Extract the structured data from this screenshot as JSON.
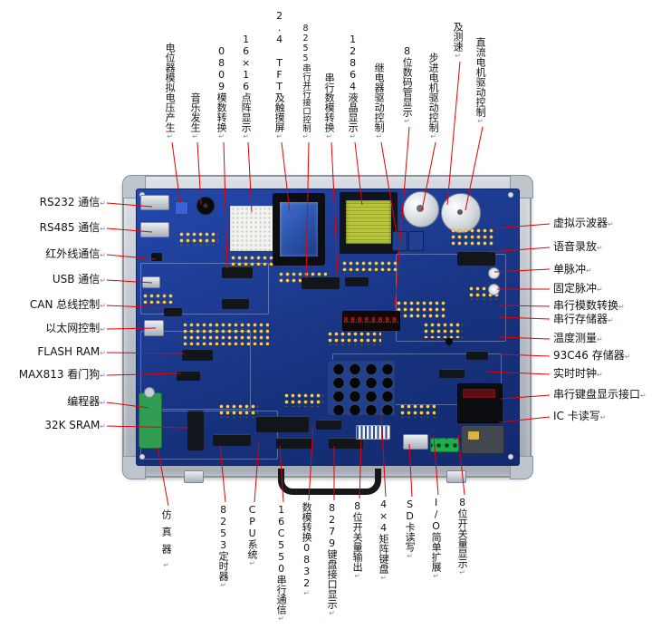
{
  "mark": "↵",
  "labels": {
    "top": [
      "电位器模拟电压产生",
      "音乐发生",
      "0809模数转换",
      "16×16点阵显示",
      "2.4 TFT及触摸屏",
      "8255串行并行接口控制",
      "串行数模转换",
      "12864液晶显示",
      "继电器驱动控制",
      "8位数码管显示",
      "步进电机驱动控制",
      "及测速",
      "直流电机驱动控制"
    ],
    "left": [
      "RS232 通信",
      "RS485 通信",
      "红外线通信",
      "USB 通信",
      "CAN 总线控制",
      "以太网控制",
      "FLASH RAM",
      "MAX813 看门狗",
      "编程器",
      "32K SRAM"
    ],
    "right": [
      "虚拟示波器",
      "语音录放",
      "单脉冲",
      "固定脉冲",
      "串行模数转换",
      "串行存储器",
      "温度测量",
      "93C46 存储器",
      "实时时钟",
      "串行键盘显示接口",
      "IC 卡读写"
    ],
    "bottom": [
      "仿真器",
      "8253定时器",
      "CPU系统",
      "16C550串行通信",
      "数模转换0832",
      "8279键盘接口显示",
      "8位开关量输出",
      "4×4矩阵键盘",
      "SD卡读写",
      "I/O简单扩展",
      "8位开关量显示"
    ]
  },
  "board": {
    "seven_segment": "8.8.8.8.8.8.8.8."
  },
  "colors": {
    "leader_line": "#e60000",
    "pcb": "#1c3e9c",
    "frame": "#c9cdd3",
    "label_text": "#111111"
  }
}
